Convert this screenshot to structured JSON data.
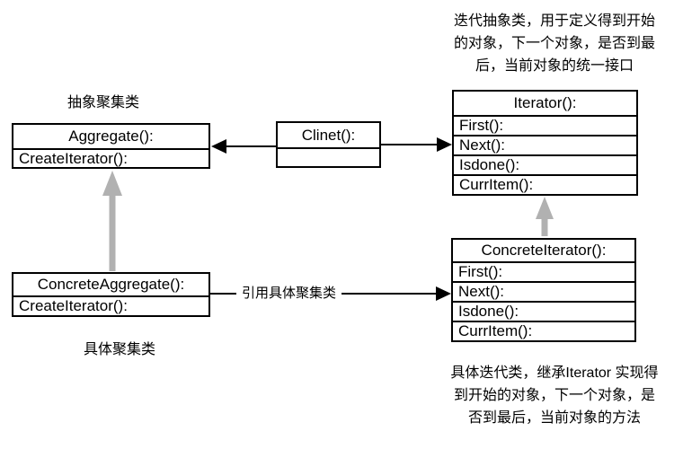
{
  "annotations": {
    "iterator_note_lines": [
      "迭代抽象类，用于定义得到开始",
      "的对象，下一个对象，是否到最",
      "后，当前对象的统一接口"
    ],
    "concrete_iterator_note_lines": [
      "具体迭代类，继承Iterator 实现得",
      "到开始的对象，下一个对象，是",
      "否到最后，当前对象的方法"
    ],
    "abstract_aggregate_label": "抽象聚集类",
    "concrete_aggregate_label": "具体聚集类",
    "reference_arrow_label": "引用具体聚集类"
  },
  "boxes": {
    "aggregate": {
      "title": "Aggregate():",
      "rows": [
        "CreateIterator():"
      ]
    },
    "client": {
      "title": "Clinet():"
    },
    "iterator": {
      "title": "Iterator():",
      "rows": [
        "First():",
        "Next():",
        "Isdone():",
        "CurrItem():"
      ]
    },
    "concrete_aggregate": {
      "title": "ConcreteAggregate():",
      "rows": [
        "CreateIterator():"
      ]
    },
    "concrete_iterator": {
      "title": "ConcreteIterator():",
      "rows": [
        "First():",
        "Next():",
        "Isdone():",
        "CurrItem():"
      ]
    }
  },
  "colors": {
    "background": "#ffffff",
    "box_border": "#000000",
    "text": "#000000",
    "association_arrow": "#000000",
    "inheritance_arrow": "#b1b1b1"
  }
}
